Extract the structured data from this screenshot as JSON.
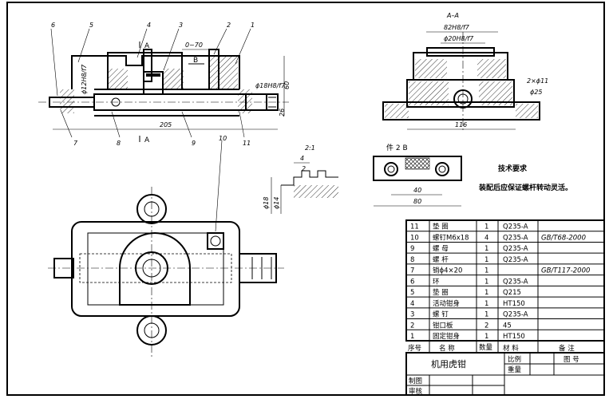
{
  "drawing": {
    "title": "机用虎钳",
    "section_label": "A–A",
    "part_view_label": "件 2  B",
    "detail_scale": "2:1",
    "tech_req_title": "技术要求",
    "tech_req_text": "装配后应保证螺杆转动灵活。",
    "section_marks": [
      "A",
      "A",
      "B"
    ]
  },
  "dimensions": {
    "range": "0~70",
    "overall_length": "205",
    "height": "60",
    "screw_fit_right": "ϕ18H8/f7",
    "screw_fit_left": "ϕ12H8/f7",
    "height_small": "26",
    "aa_width1": "82H8/f7",
    "aa_width2": "ϕ20H8/f7",
    "aa_bottom": "116",
    "holes": "2×ϕ11",
    "counterbore": "ϕ25",
    "b_inner": "40",
    "b_outer": "80",
    "detail_d1": "ϕ18",
    "detail_d2": "ϕ14",
    "detail_w1": "4",
    "detail_w2": "2"
  },
  "balloons": [
    "1",
    "2",
    "3",
    "4",
    "5",
    "6",
    "7",
    "8",
    "9",
    "10",
    "11"
  ],
  "bom": {
    "rows": [
      {
        "no": "11",
        "name": "垫  圈",
        "qty": "1",
        "material": "Q235-A",
        "remark": ""
      },
      {
        "no": "10",
        "name": "螺钉M6x18",
        "qty": "4",
        "material": "Q235-A",
        "remark": "GB/T68-2000"
      },
      {
        "no": "9",
        "name": "螺  母",
        "qty": "1",
        "material": "Q235-A",
        "remark": ""
      },
      {
        "no": "8",
        "name": "螺    杆",
        "qty": "1",
        "material": "Q235-A",
        "remark": ""
      },
      {
        "no": "7",
        "name": "销ϕ4×20",
        "qty": "1",
        "material": "",
        "remark": "GB/T117-2000"
      },
      {
        "no": "6",
        "name": "环",
        "qty": "1",
        "material": "Q235-A",
        "remark": ""
      },
      {
        "no": "5",
        "name": "垫  圈",
        "qty": "1",
        "material": "Q215",
        "remark": ""
      },
      {
        "no": "4",
        "name": "活动钳身",
        "qty": "1",
        "material": "HT150",
        "remark": ""
      },
      {
        "no": "3",
        "name": "螺    钉",
        "qty": "1",
        "material": "Q235-A",
        "remark": ""
      },
      {
        "no": "2",
        "name": "钳口板",
        "qty": "2",
        "material": "45",
        "remark": ""
      },
      {
        "no": "1",
        "name": "固定钳身",
        "qty": "1",
        "material": "HT150",
        "remark": ""
      }
    ],
    "headers": {
      "no": "序号",
      "name": "名  称",
      "qty": "数量",
      "material": "材    料",
      "remark": "备    注"
    }
  },
  "titleblock": {
    "scale_label": "比例",
    "weight_label": "重量",
    "drawing_no_label": "图  号",
    "drafted_label": "制图",
    "checked_label": "审核"
  }
}
